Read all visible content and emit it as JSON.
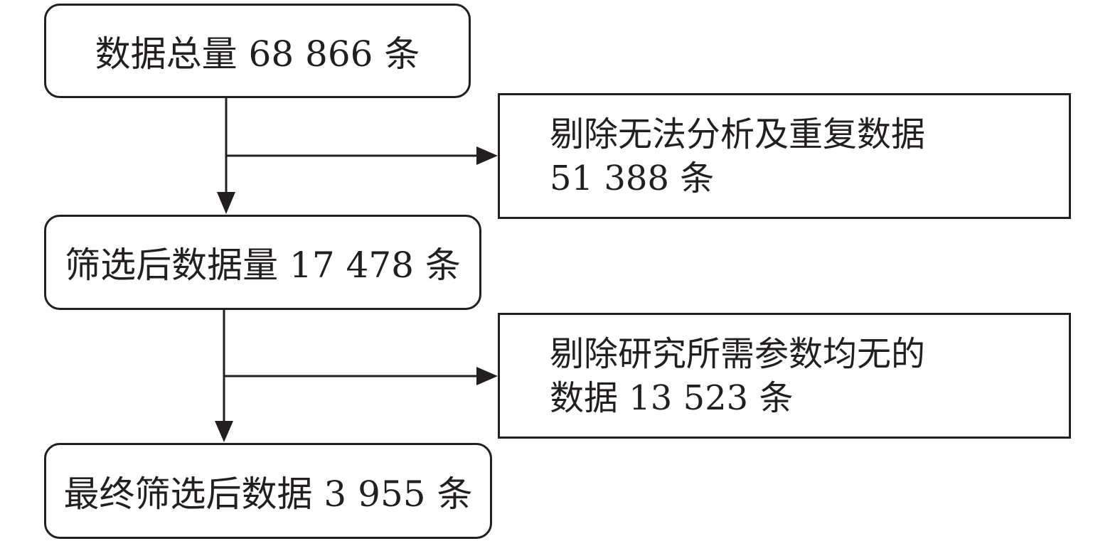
{
  "flow": {
    "step1": "数据总量 68 866 条",
    "step2": "筛选后数据量 17 478 条",
    "step3": "最终筛选后数据 3 955 条"
  },
  "exclusions": {
    "exclusion1": {
      "line1": "剔除无法分析及重复数据",
      "line2": "51 388 条"
    },
    "exclusion2": {
      "line1": "剔除研究所需参数均无的",
      "line2": "数据 13 523 条"
    }
  },
  "colors": {
    "stroke": "#231f20",
    "background": "#ffffff"
  }
}
